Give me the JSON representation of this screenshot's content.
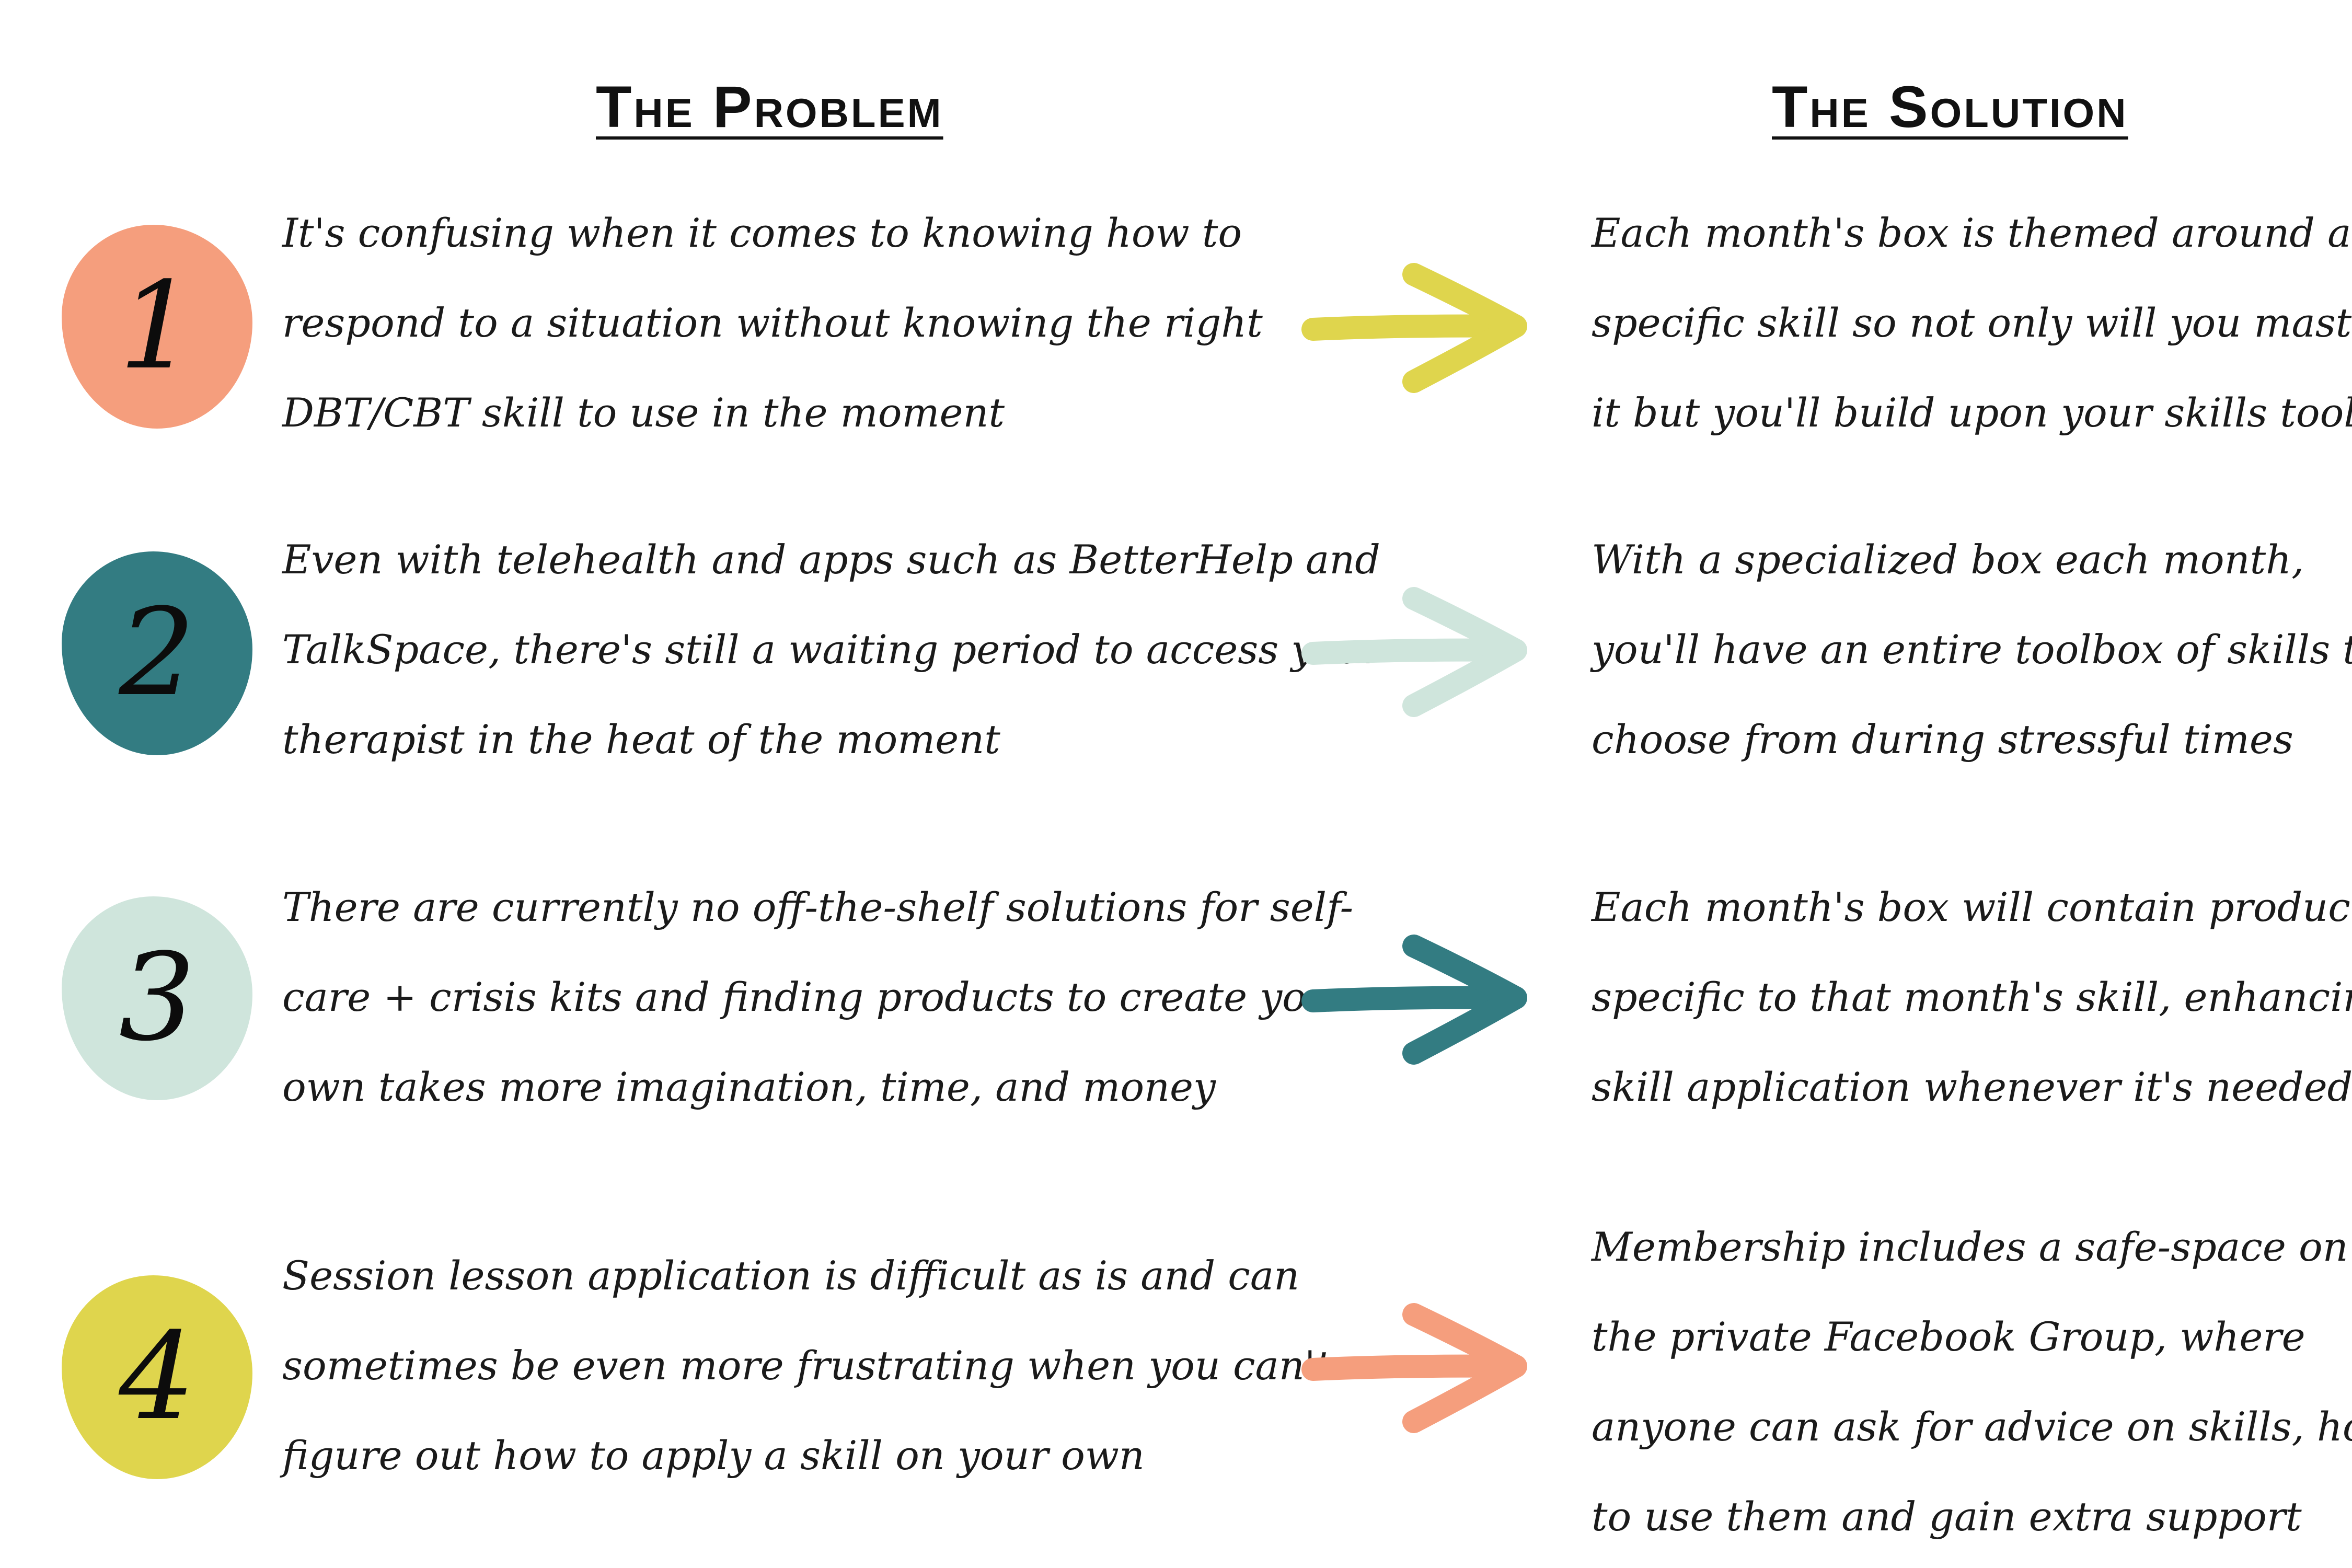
{
  "headings": {
    "problem": "The Problem",
    "solution": "The Solution"
  },
  "colors": {
    "salmon": "#F59E7D",
    "teal": "#337C82",
    "mint": "#CFE5DC",
    "yellow": "#DFD54D"
  },
  "rows": [
    {
      "number": "1",
      "badge_color": "#F59E7D",
      "arrow_color": "#DFD54D",
      "problem_lines": [
        "It's confusing when it comes to knowing how to",
        "respond to a situation without knowing the right",
        "DBT/CBT skill to use in the moment"
      ],
      "solution_lines": [
        "Each month's box is themed around a",
        "specific skill so not only will you master",
        "it but you'll build upon your skills toolbox"
      ]
    },
    {
      "number": "2",
      "badge_color": "#337C82",
      "arrow_color": "#CFE5DC",
      "problem_lines": [
        "Even with telehealth and apps such as BetterHelp and",
        "TalkSpace, there's still a waiting period to access your",
        "therapist in the heat of the moment"
      ],
      "solution_lines": [
        "With a specialized box each month,",
        "you'll have an entire toolbox of skills to",
        "choose from during stressful times"
      ]
    },
    {
      "number": "3",
      "badge_color": "#CFE5DC",
      "arrow_color": "#337C82",
      "problem_lines": [
        "There are currently no off-the-shelf solutions for self-",
        "care + crisis kits and finding products to create your",
        "own takes more imagination, time, and money"
      ],
      "solution_lines": [
        "Each month's box will contain products",
        "specific to that month's skill, enhancing",
        "skill application whenever it's needed"
      ]
    },
    {
      "number": "4",
      "badge_color": "#DFD54D",
      "arrow_color": "#F59E7D",
      "problem_lines": [
        "Session lesson application is difficult as is and can",
        "sometimes be even more frustrating when you can't",
        "figure out how to apply a skill on your own"
      ],
      "solution_lines": [
        "Membership includes a safe-space on",
        "the private Facebook Group, where",
        "anyone can ask for advice on skills, how",
        "to use them and gain extra support"
      ]
    }
  ]
}
